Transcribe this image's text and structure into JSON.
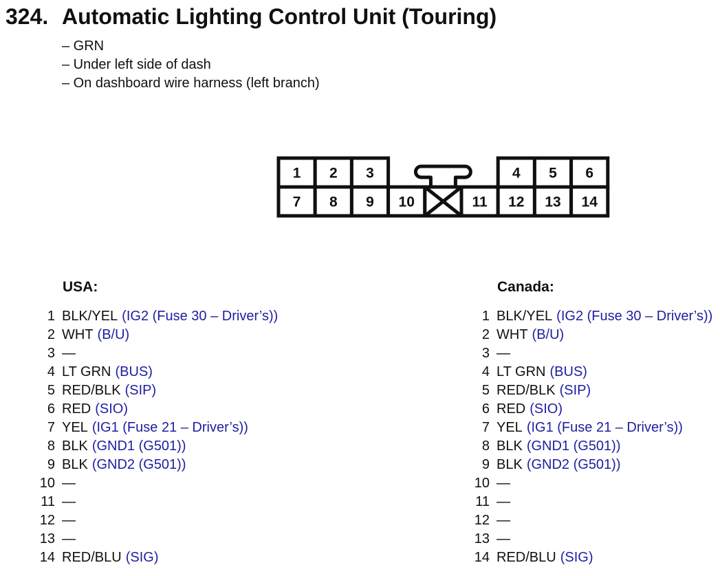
{
  "title": {
    "number": "324.",
    "text": "Automatic Lighting Control Unit (Touring)"
  },
  "notes": [
    "– GRN",
    "– Under left side of dash",
    "– On dashboard wire harness (left branch)"
  ],
  "connector": {
    "top_left": [
      "1",
      "2",
      "3"
    ],
    "top_right": [
      "4",
      "5",
      "6"
    ],
    "bottom_left": [
      "7",
      "8",
      "9",
      "10"
    ],
    "bottom_right": [
      "11",
      "12",
      "13",
      "14"
    ],
    "blocked_cavity": "X-keyway"
  },
  "colors": {
    "ink": "#101010",
    "signal_blue": "#1e1ea0",
    "background": "#ffffff"
  },
  "columns": [
    {
      "header": "USA:",
      "pins": [
        {
          "num": "1",
          "wire": "BLK/YEL",
          "signal": "(IG2 (Fuse 30 – Driver’s))"
        },
        {
          "num": "2",
          "wire": "WHT",
          "signal": "(B/U)"
        },
        {
          "num": "3",
          "wire": "—",
          "signal": ""
        },
        {
          "num": "4",
          "wire": "LT GRN",
          "signal": "(BUS)"
        },
        {
          "num": "5",
          "wire": "RED/BLK",
          "signal": "(SIP)"
        },
        {
          "num": "6",
          "wire": "RED",
          "signal": "(SIO)"
        },
        {
          "num": "7",
          "wire": "YEL",
          "signal": "(IG1 (Fuse 21 – Driver’s))"
        },
        {
          "num": "8",
          "wire": "BLK",
          "signal": "(GND1 (G501))"
        },
        {
          "num": "9",
          "wire": "BLK",
          "signal": "(GND2 (G501))"
        },
        {
          "num": "10",
          "wire": "—",
          "signal": ""
        },
        {
          "num": "11",
          "wire": "—",
          "signal": ""
        },
        {
          "num": "12",
          "wire": "—",
          "signal": ""
        },
        {
          "num": "13",
          "wire": "—",
          "signal": ""
        },
        {
          "num": "14",
          "wire": "RED/BLU",
          "signal": "(SIG)"
        }
      ]
    },
    {
      "header": "Canada:",
      "pins": [
        {
          "num": "1",
          "wire": "BLK/YEL",
          "signal": "(IG2 (Fuse 30 – Driver’s))"
        },
        {
          "num": "2",
          "wire": "WHT",
          "signal": "(B/U)"
        },
        {
          "num": "3",
          "wire": "—",
          "signal": ""
        },
        {
          "num": "4",
          "wire": "LT GRN",
          "signal": "(BUS)"
        },
        {
          "num": "5",
          "wire": "RED/BLK",
          "signal": "(SIP)"
        },
        {
          "num": "6",
          "wire": "RED",
          "signal": "(SIO)"
        },
        {
          "num": "7",
          "wire": "YEL",
          "signal": "(IG1 (Fuse 21 – Driver’s))"
        },
        {
          "num": "8",
          "wire": "BLK",
          "signal": "(GND1 (G501))"
        },
        {
          "num": "9",
          "wire": "BLK",
          "signal": "(GND2 (G501))"
        },
        {
          "num": "10",
          "wire": "—",
          "signal": ""
        },
        {
          "num": "11",
          "wire": "—",
          "signal": ""
        },
        {
          "num": "12",
          "wire": "—",
          "signal": ""
        },
        {
          "num": "13",
          "wire": "—",
          "signal": ""
        },
        {
          "num": "14",
          "wire": "RED/BLU",
          "signal": "(SIG)"
        }
      ]
    }
  ]
}
